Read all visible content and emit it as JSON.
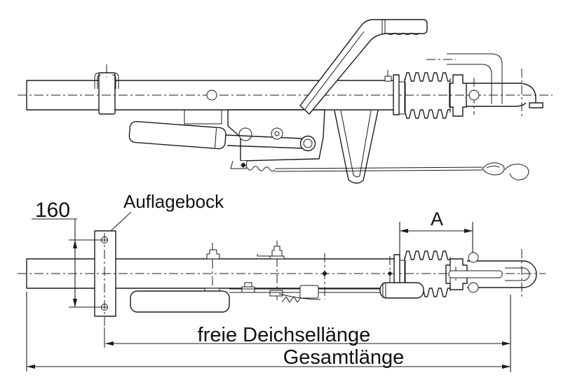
{
  "labels": {
    "dim160": "160",
    "auflagebock": "Auflagebock",
    "dimA": "A",
    "freie_deichsellaenge": "freie Deichsellänge",
    "gesamtlaenge": "Gesamtlänge"
  },
  "colors": {
    "line": "#1b1b1b",
    "background": "#ffffff",
    "bellows_clamp_band": "#6e6e6e"
  }
}
